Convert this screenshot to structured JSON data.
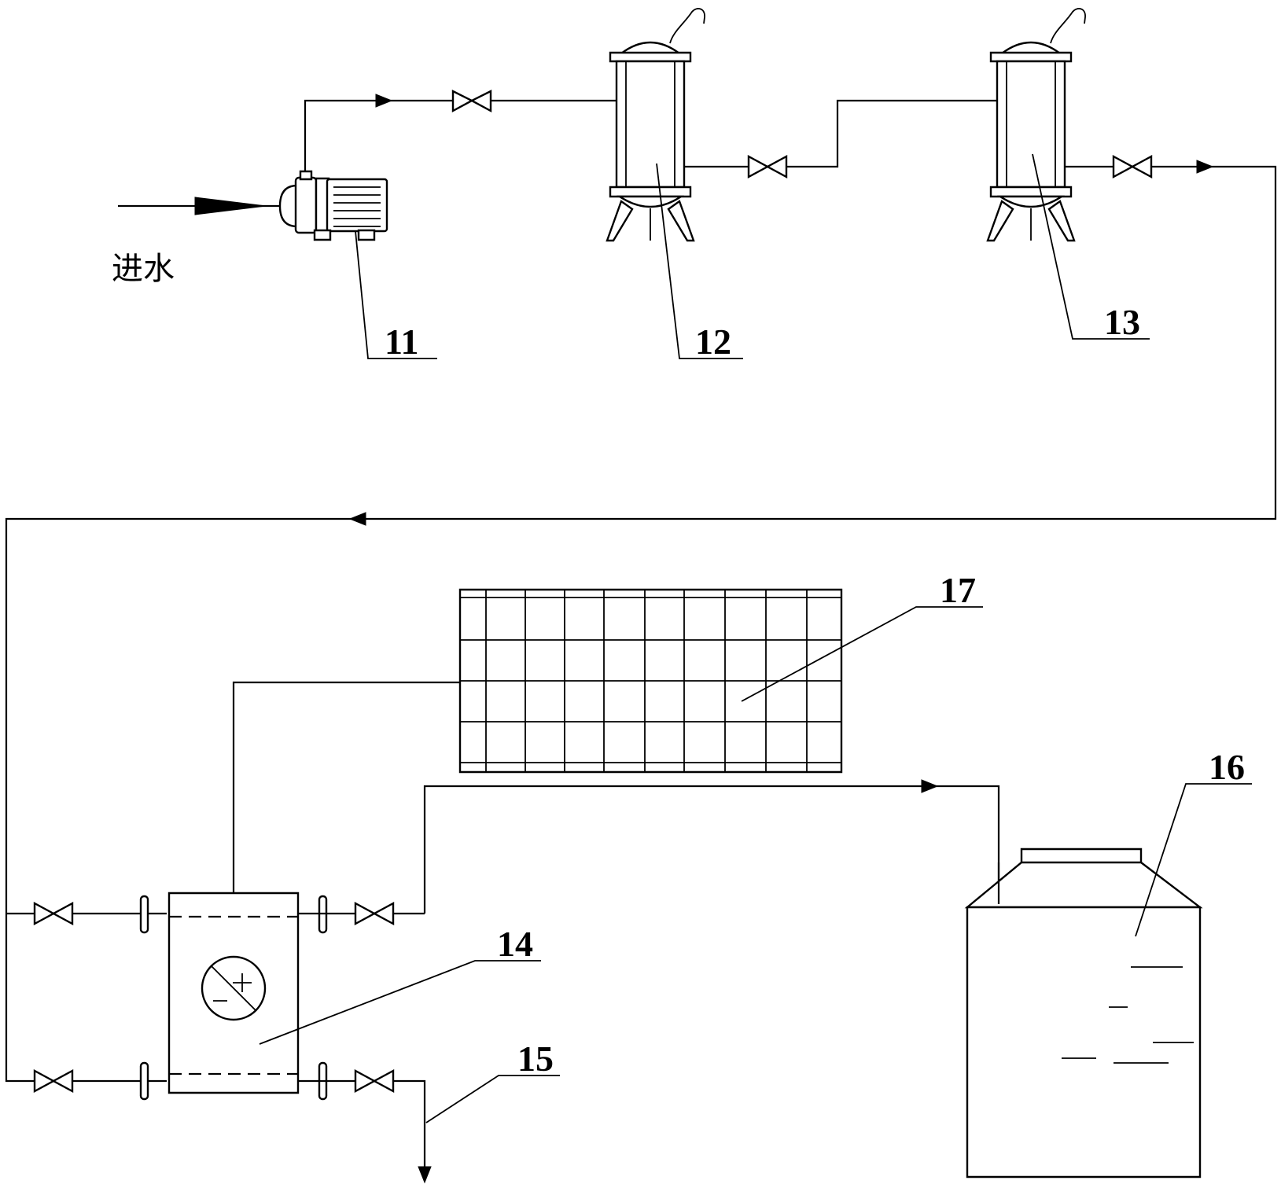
{
  "inlet_label": "进水",
  "labels": {
    "pump": "11",
    "filter_1": "12",
    "filter_2": "13",
    "electrolyzer": "14",
    "drain": "15",
    "tank": "16",
    "solar_panel": "17"
  }
}
